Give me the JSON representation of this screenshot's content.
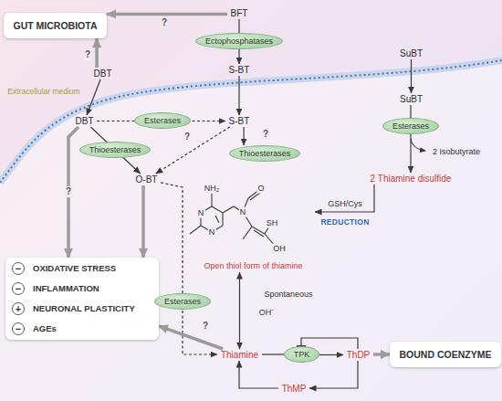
{
  "diagram": {
    "nodes": [
      {
        "text": [
          "GUT MICROBIOTA"
        ]
      },
      {
        "text": [
          "BFT"
        ]
      },
      {
        "text": [
          "DBT"
        ]
      },
      {
        "text": [
          "Ectophosphatases"
        ]
      },
      {
        "text": [
          "S-BT"
        ]
      },
      {
        "text": [
          "SuBT"
        ]
      },
      {
        "text": [
          "DBT"
        ]
      },
      {
        "text": [
          "Esterases"
        ]
      },
      {
        "text": [
          "S-BT"
        ]
      },
      {
        "text": [
          "Thioesterases"
        ]
      },
      {
        "text": [
          "Thioesterases"
        ]
      },
      {
        "text": [
          "O-BT"
        ]
      },
      {
        "text": [
          "SuBT"
        ]
      },
      {
        "text": [
          "Esterases"
        ]
      },
      {
        "text": [
          "2 Thiamine disulfide"
        ]
      },
      {
        "text": [
          "Open thiol form of thiamine"
        ]
      },
      {
        "text": [
          "OXIDATIVE STRESS",
          "INFLAMMATION",
          "NEURONAL PLASTICITY",
          "AGEs"
        ]
      },
      {
        "text": [
          "Esterases"
        ]
      },
      {
        "text": [
          "Thiamine"
        ]
      },
      {
        "text": [
          "TPK"
        ]
      },
      {
        "text": [
          "ThDP"
        ]
      },
      {
        "text": [
          "ThMP"
        ]
      },
      {
        "text": [
          "BOUND COENZYME"
        ]
      }
    ],
    "edges": [
      {
        "from": 1,
        "to": 0,
        "arrow": "to",
        "label": "?"
      },
      {
        "from": 2,
        "to": 0,
        "arrow": "to",
        "label": "?"
      },
      {
        "from": 1,
        "to": 4,
        "arrow": "to"
      },
      {
        "from": 2,
        "to": 6,
        "arrow": "to"
      },
      {
        "from": 4,
        "to": 8,
        "arrow": "to"
      },
      {
        "from": 6,
        "to": 8,
        "arrow": "to"
      },
      {
        "from": 8,
        "to": 10,
        "arrow": "to",
        "label": "?"
      },
      {
        "from": 8,
        "to": 11,
        "arrow": "to",
        "label": "?"
      },
      {
        "from": 6,
        "to": 11,
        "arrow": "to"
      },
      {
        "from": 5,
        "to": 12,
        "arrow": "to"
      },
      {
        "from": 12,
        "to": 14,
        "arrow": "to"
      },
      {
        "from": 14,
        "to": 15,
        "arrow": "to"
      },
      {
        "from": 15,
        "to": 18,
        "arrow": "both"
      },
      {
        "from": 11,
        "to": 18,
        "arrow": "to"
      },
      {
        "from": 18,
        "to": 19,
        "arrow": "none"
      },
      {
        "from": 19,
        "to": 20,
        "arrow": "to"
      },
      {
        "from": 20,
        "to": 21,
        "arrow": "to"
      },
      {
        "from": 21,
        "to": 18,
        "arrow": "to"
      },
      {
        "from": 20,
        "to": 19,
        "arrow": "to"
      },
      {
        "from": 20,
        "to": 22,
        "arrow": "to"
      },
      {
        "from": 6,
        "to": 16,
        "arrow": "to",
        "label": "?"
      },
      {
        "from": 11,
        "to": 16,
        "arrow": "to"
      },
      {
        "from": 18,
        "to": 16,
        "arrow": "to",
        "label": "?"
      }
    ],
    "labels": [
      "Extracellular medium",
      "2 Isobutyrate",
      "GSH/Cys",
      "REDUCTION",
      "Spontaneous",
      "OH⁻",
      "NH₂",
      "N",
      "N",
      "N",
      "O",
      "SH",
      "OH",
      "−",
      "−",
      "+",
      "−"
    ]
  }
}
